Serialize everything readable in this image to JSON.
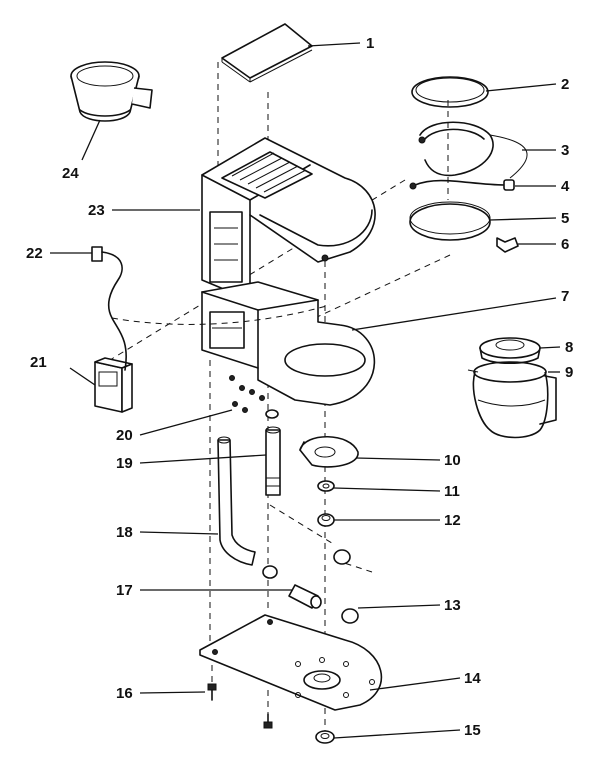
{
  "diagram": {
    "parts": [
      {
        "id": "part-1",
        "number": "1"
      },
      {
        "id": "part-2",
        "number": "2"
      },
      {
        "id": "part-3",
        "number": "3"
      },
      {
        "id": "part-4",
        "number": "4"
      },
      {
        "id": "part-5",
        "number": "5"
      },
      {
        "id": "part-6",
        "number": "6"
      },
      {
        "id": "part-7",
        "number": "7"
      },
      {
        "id": "part-8",
        "number": "8"
      },
      {
        "id": "part-9",
        "number": "9"
      },
      {
        "id": "part-10",
        "number": "10"
      },
      {
        "id": "part-11",
        "number": "11"
      },
      {
        "id": "part-12",
        "number": "12"
      },
      {
        "id": "part-13",
        "number": "13"
      },
      {
        "id": "part-14",
        "number": "14"
      },
      {
        "id": "part-15",
        "number": "15"
      },
      {
        "id": "part-16",
        "number": "16"
      },
      {
        "id": "part-17",
        "number": "17"
      },
      {
        "id": "part-18",
        "number": "18"
      },
      {
        "id": "part-19",
        "number": "19"
      },
      {
        "id": "part-20",
        "number": "20"
      },
      {
        "id": "part-21",
        "number": "21"
      },
      {
        "id": "part-22",
        "number": "22"
      },
      {
        "id": "part-23",
        "number": "23"
      },
      {
        "id": "part-24",
        "number": "24"
      }
    ]
  }
}
